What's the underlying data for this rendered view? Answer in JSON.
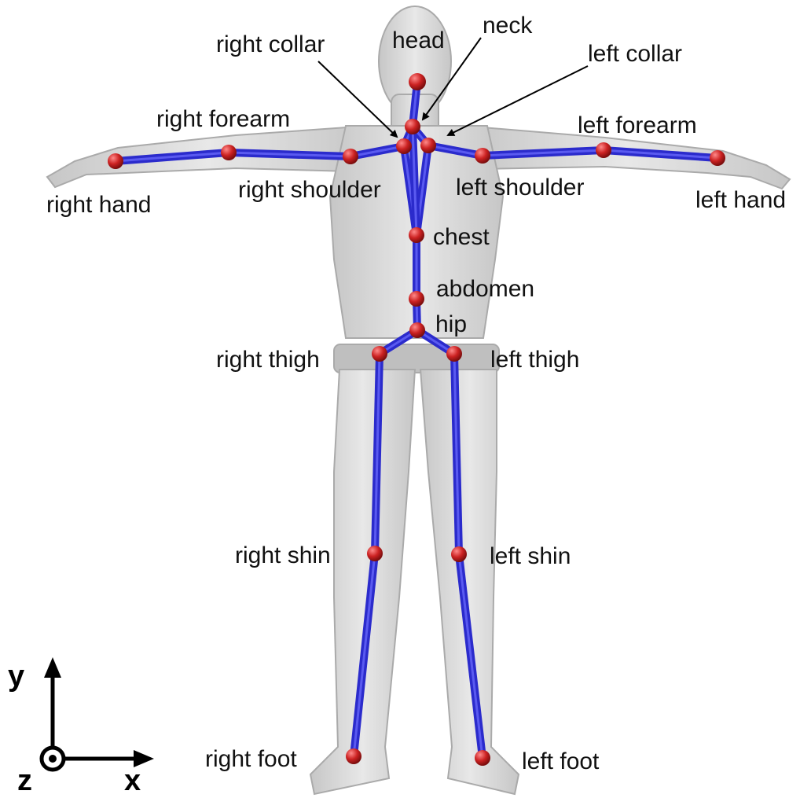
{
  "colors": {
    "bone": "#2b2bcc",
    "bone_light": "#5a5af0",
    "joint": "#cc2222",
    "joint_highlight": "#ff8a8a",
    "body_fill": "#d4d4d4",
    "body_stroke": "#9c9c9c",
    "text": "#111111"
  },
  "joints": [
    {
      "id": "head",
      "label": "head"
    },
    {
      "id": "neck",
      "label": "neck"
    },
    {
      "id": "right-collar",
      "label": "right collar"
    },
    {
      "id": "left-collar",
      "label": "left collar"
    },
    {
      "id": "right-shoulder",
      "label": "right shoulder"
    },
    {
      "id": "left-shoulder",
      "label": "left shoulder"
    },
    {
      "id": "right-forearm",
      "label": "right forearm"
    },
    {
      "id": "left-forearm",
      "label": "left forearm"
    },
    {
      "id": "right-hand",
      "label": "right hand"
    },
    {
      "id": "left-hand",
      "label": "left hand"
    },
    {
      "id": "chest",
      "label": "chest"
    },
    {
      "id": "abdomen",
      "label": "abdomen"
    },
    {
      "id": "hip",
      "label": "hip"
    },
    {
      "id": "right-thigh",
      "label": "right thigh"
    },
    {
      "id": "left-thigh",
      "label": "left thigh"
    },
    {
      "id": "right-shin",
      "label": "right shin"
    },
    {
      "id": "left-shin",
      "label": "left shin"
    },
    {
      "id": "right-foot",
      "label": "right foot"
    },
    {
      "id": "left-foot",
      "label": "left foot"
    }
  ],
  "axes": {
    "y": "y",
    "x": "x",
    "z": "z"
  }
}
